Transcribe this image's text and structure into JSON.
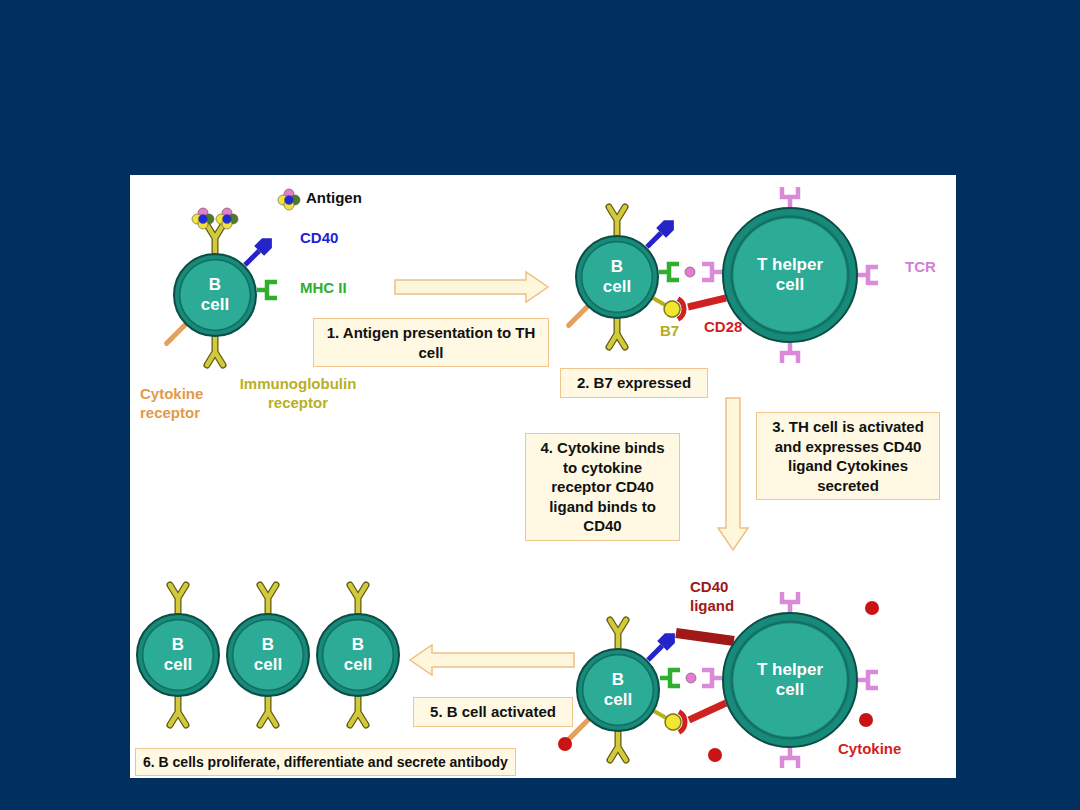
{
  "diagram": {
    "nodes": [
      {
        "text": [
          "B cell"
        ]
      },
      {
        "text": [
          "1. Antigen presentation to TH cell"
        ]
      },
      {
        "text": [
          "B cell"
        ]
      },
      {
        "text": [
          "T helper cell"
        ]
      },
      {
        "text": [
          "2. B7 expressed"
        ]
      },
      {
        "text": [
          "3. TH cell is activated and expresses CD40 ligand Cytokines secreted"
        ]
      },
      {
        "text": [
          "4. Cytokine binds to cytokine receptor CD40 ligand binds to CD40"
        ]
      },
      {
        "text": [
          "B cell"
        ]
      },
      {
        "text": [
          "B cell"
        ]
      },
      {
        "text": [
          "B cell"
        ]
      },
      {
        "text": [
          "B cell"
        ]
      },
      {
        "text": [
          "T helper cell"
        ]
      },
      {
        "text": [
          "5. B cell activated"
        ]
      },
      {
        "text": [
          "6. B cells proliferate, differentiate and secrete antibody"
        ]
      }
    ],
    "edges": [
      {
        "from": 0,
        "to": 2,
        "arrow": "to"
      },
      {
        "from": 3,
        "to": 11,
        "arrow": "to"
      },
      {
        "from": 10,
        "to": 9,
        "arrow": "to"
      }
    ],
    "labels": [
      "Antigen",
      "CD40",
      "MHC II",
      "Cytokine receptor",
      "Immunoglobulin receptor",
      "TCR",
      "B7",
      "CD28",
      "CD40 ligand",
      "Cytokine"
    ]
  }
}
